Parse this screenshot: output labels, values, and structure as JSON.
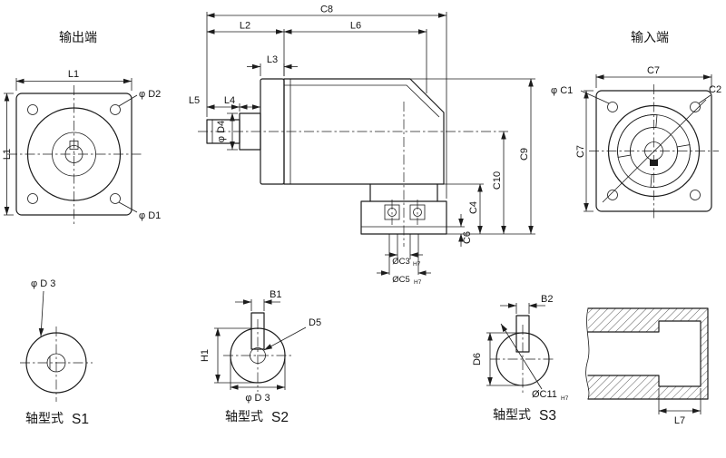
{
  "page": {
    "background": "#ffffff",
    "ink": "#1c1c1c"
  },
  "views": {
    "output_end": {
      "title": "输出端",
      "dims": {
        "l1_top": "L1",
        "l1_left": "L1",
        "d2": "φ D2",
        "d1": "φ D1"
      }
    },
    "side": {
      "dims": {
        "c8": "C8",
        "l2": "L2",
        "l6": "L6",
        "l3": "L3",
        "l5": "L5",
        "l4": "L4",
        "d4": "φ D4",
        "c9": "C9",
        "c10": "C10",
        "c4": "C4",
        "c6": "C6",
        "c3": "ØC3",
        "c3_fit": "H7",
        "c5": "ØC5",
        "c5_fit": "H7"
      }
    },
    "input_end": {
      "title": "输入端",
      "dims": {
        "c7_top": "C7",
        "c7_left": "C7",
        "c1": "φ C1",
        "c2": "C2"
      }
    },
    "shaft_s1": {
      "type_label": "轴型式",
      "code": "S1",
      "dims": {
        "d3": "φ D 3"
      }
    },
    "shaft_s2": {
      "type_label": "轴型式",
      "code": "S2",
      "dims": {
        "b1": "B1",
        "d5": "D5",
        "h1": "H1",
        "d3": "φ D 3"
      }
    },
    "shaft_s3": {
      "type_label": "轴型式",
      "code": "S3",
      "dims": {
        "b2": "B2",
        "d6": "D6",
        "c11": "ØC11",
        "c11_fit": "H7"
      }
    },
    "hollow_section": {
      "dims": {
        "l7": "L7"
      }
    }
  }
}
